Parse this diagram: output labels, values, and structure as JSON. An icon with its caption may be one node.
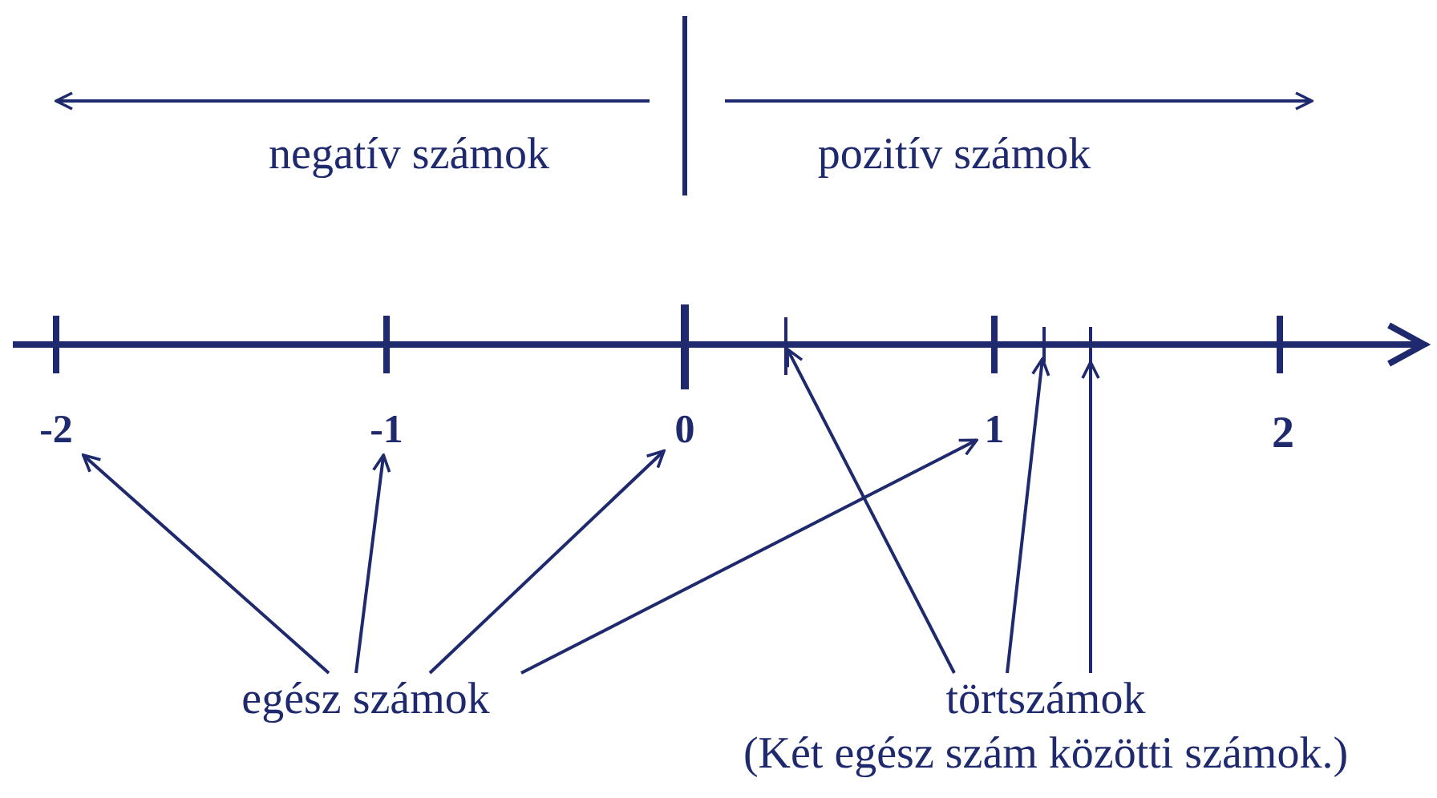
{
  "diagram": {
    "nodes": [
      {
        "text": [
          "egész számok"
        ]
      },
      {
        "text": [
          "törtszámok",
          "(Két egész szám közötti számok.)"
        ]
      },
      {
        "text": [
          "-2"
        ]
      },
      {
        "text": [
          "-1"
        ]
      },
      {
        "text": [
          "0"
        ]
      },
      {
        "text": [
          "1"
        ]
      },
      {
        "text": [],
        "shape": "bar"
      },
      {
        "text": [],
        "shape": "bar"
      },
      {
        "text": [],
        "shape": "bar"
      }
    ],
    "edges": [
      {
        "from": 0,
        "to": 2,
        "arrow": "to"
      },
      {
        "from": 0,
        "to": 3,
        "arrow": "to"
      },
      {
        "from": 0,
        "to": 4,
        "arrow": "to"
      },
      {
        "from": 0,
        "to": 5,
        "arrow": "to"
      },
      {
        "from": 1,
        "to": 6,
        "arrow": "to"
      },
      {
        "from": 1,
        "to": 7,
        "arrow": "to"
      },
      {
        "from": 1,
        "to": 8,
        "arrow": "to"
      }
    ],
    "labels": [
      "negatív számok",
      "pozitív számok",
      "2"
    ]
  }
}
